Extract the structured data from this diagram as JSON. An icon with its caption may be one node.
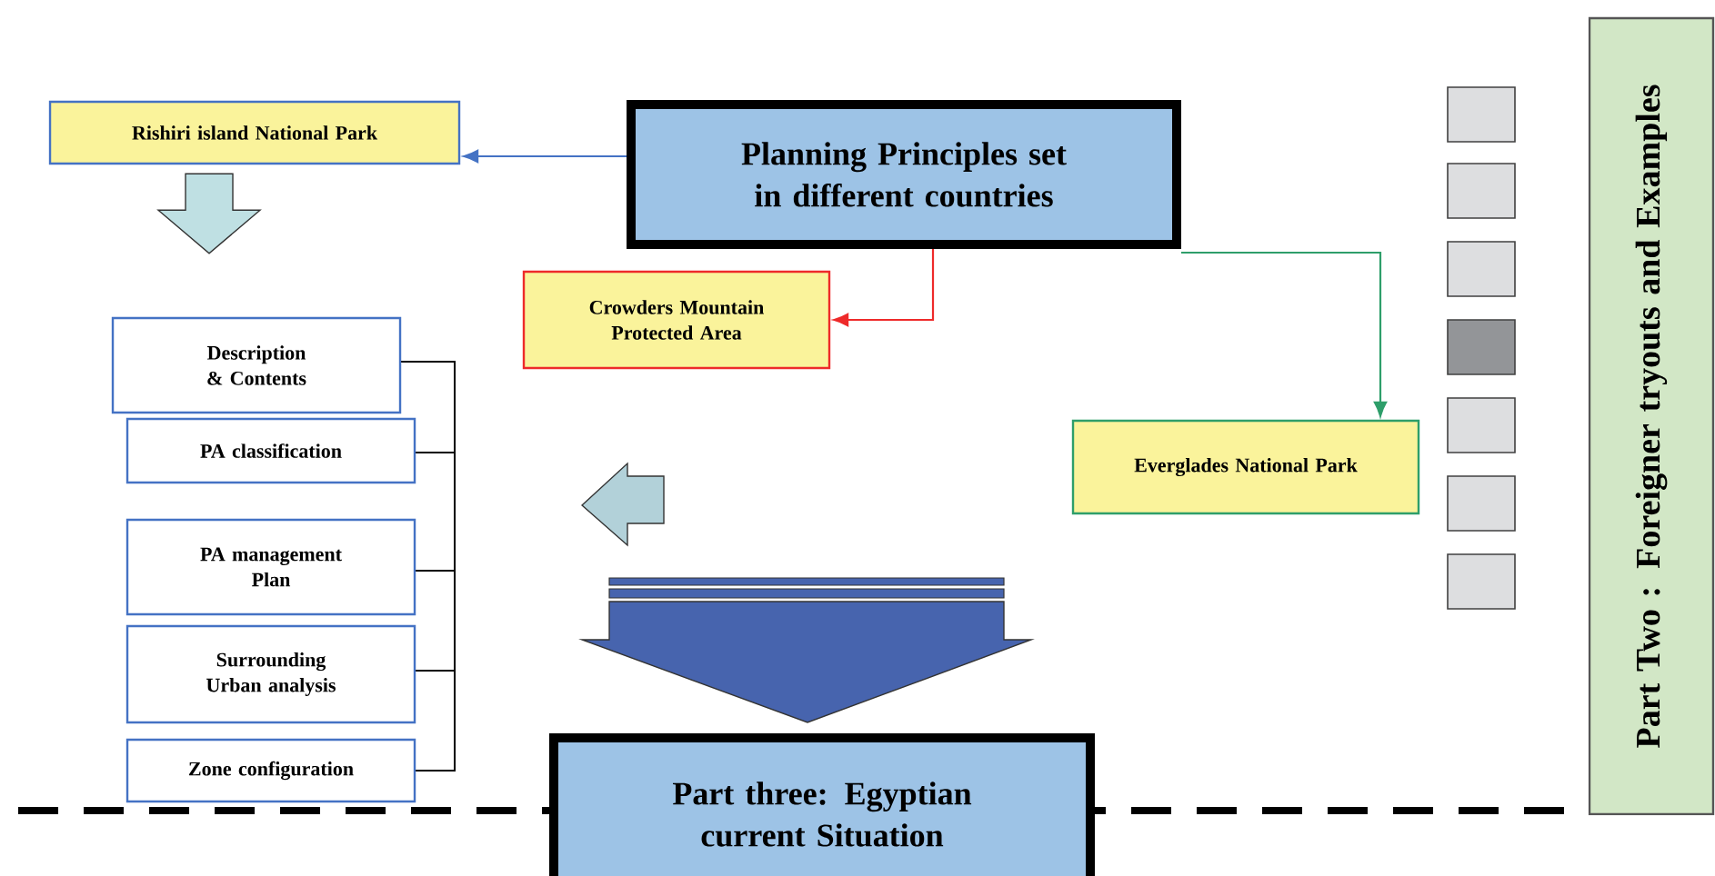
{
  "diagram": {
    "nodes": [
      {
        "text": [
          "Planning Principles set in different countries"
        ]
      },
      {
        "text": [
          "Rishiri island National Park"
        ]
      },
      {
        "text": [
          "Crowders Mountain Protected Area"
        ]
      },
      {
        "text": [
          "Everglades National Park"
        ]
      },
      {
        "text": [
          "Description & Contents"
        ]
      },
      {
        "text": [
          "PA classification"
        ]
      },
      {
        "text": [
          "PA management Plan"
        ]
      },
      {
        "text": [
          "Surrounding Urban analysis"
        ]
      },
      {
        "text": [
          "Zone configuration"
        ]
      },
      {
        "text": [
          "Part three: Egyptian current Situation"
        ]
      },
      {
        "text": [
          "Part Two : Foreigner tryouts and Examples"
        ]
      }
    ],
    "edges": [
      {
        "from": 0,
        "to": 1,
        "arrow": "to",
        "color": "#4472c4"
      },
      {
        "from": 0,
        "to": 2,
        "arrow": "to",
        "color": "#ee2a2a"
      },
      {
        "from": 0,
        "to": 3,
        "arrow": "to",
        "color": "#2e9e6a"
      },
      {
        "from": 1,
        "to": 4,
        "arrow": "to",
        "style": "thick",
        "color": "#bfe0e3"
      },
      {
        "from": null,
        "to": 9,
        "arrow": "to",
        "style": "thick",
        "color": "#4764ae"
      }
    ]
  }
}
